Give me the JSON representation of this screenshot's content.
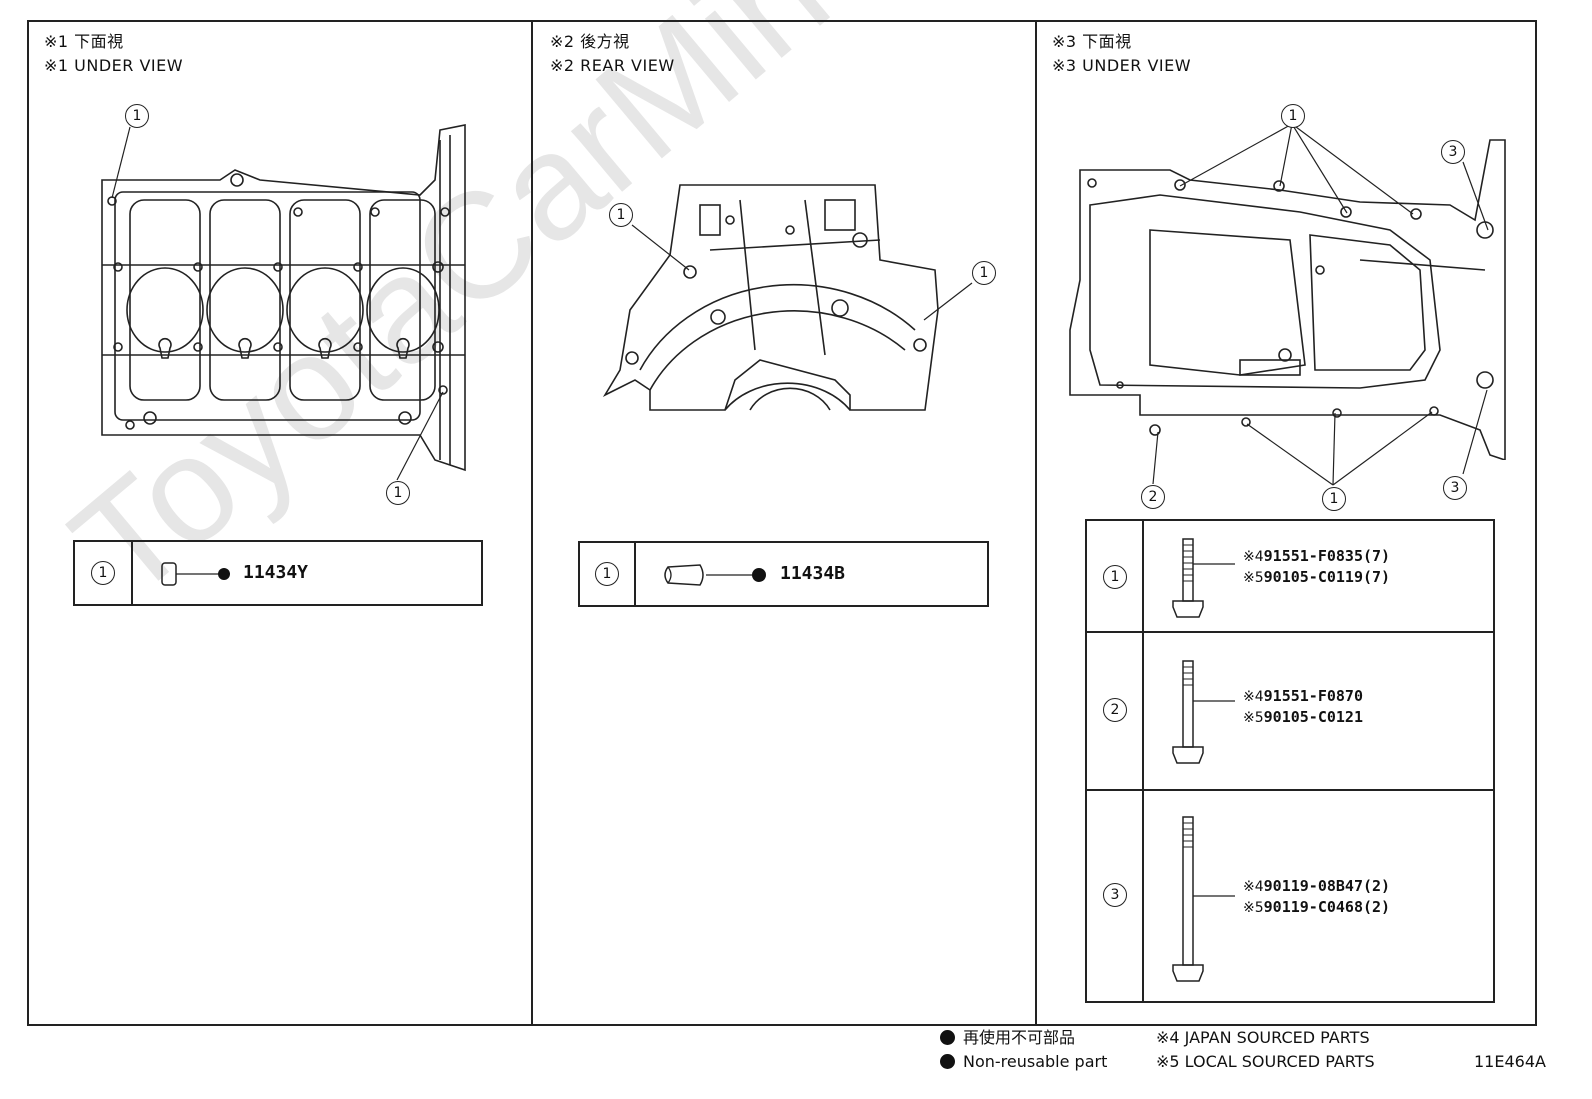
{
  "panels": [
    {
      "header_jp": "※1 下面視",
      "header_en": "※1 UNDER VIEW"
    },
    {
      "header_jp": "※2 後方視",
      "header_en": "※2 REAR VIEW"
    },
    {
      "header_jp": "※3 下面視",
      "header_en": "※3 UNDER VIEW"
    }
  ],
  "callout_labels": {
    "one": "1",
    "two": "2",
    "three": "3"
  },
  "panel1_table": {
    "num": "1",
    "part": "11434Y"
  },
  "panel2_table": {
    "num": "1",
    "part": "11434B"
  },
  "panel3_table": [
    {
      "num": "1",
      "mark4": "※4",
      "part4": "91551-F0835(7)",
      "mark5": "※5",
      "part5": "90105-C0119(7)"
    },
    {
      "num": "2",
      "mark4": "※4",
      "part4": "91551-F0870",
      "mark5": "※5",
      "part5": "90105-C0121"
    },
    {
      "num": "3",
      "mark4": "※4",
      "part4": "90119-08B47(2)",
      "mark5": "※5",
      "part5": "90119-C0468(2)"
    }
  ],
  "legend": {
    "nonreusable_jp": "再使用不可部品",
    "nonreusable_en": "Non-reusable part",
    "japan": "※4 JAPAN SOURCED PARTS",
    "local": "※5 LOCAL SOURCED PARTS",
    "code": "11E464A"
  },
  "watermark": "ToyotaCarMine.ru"
}
